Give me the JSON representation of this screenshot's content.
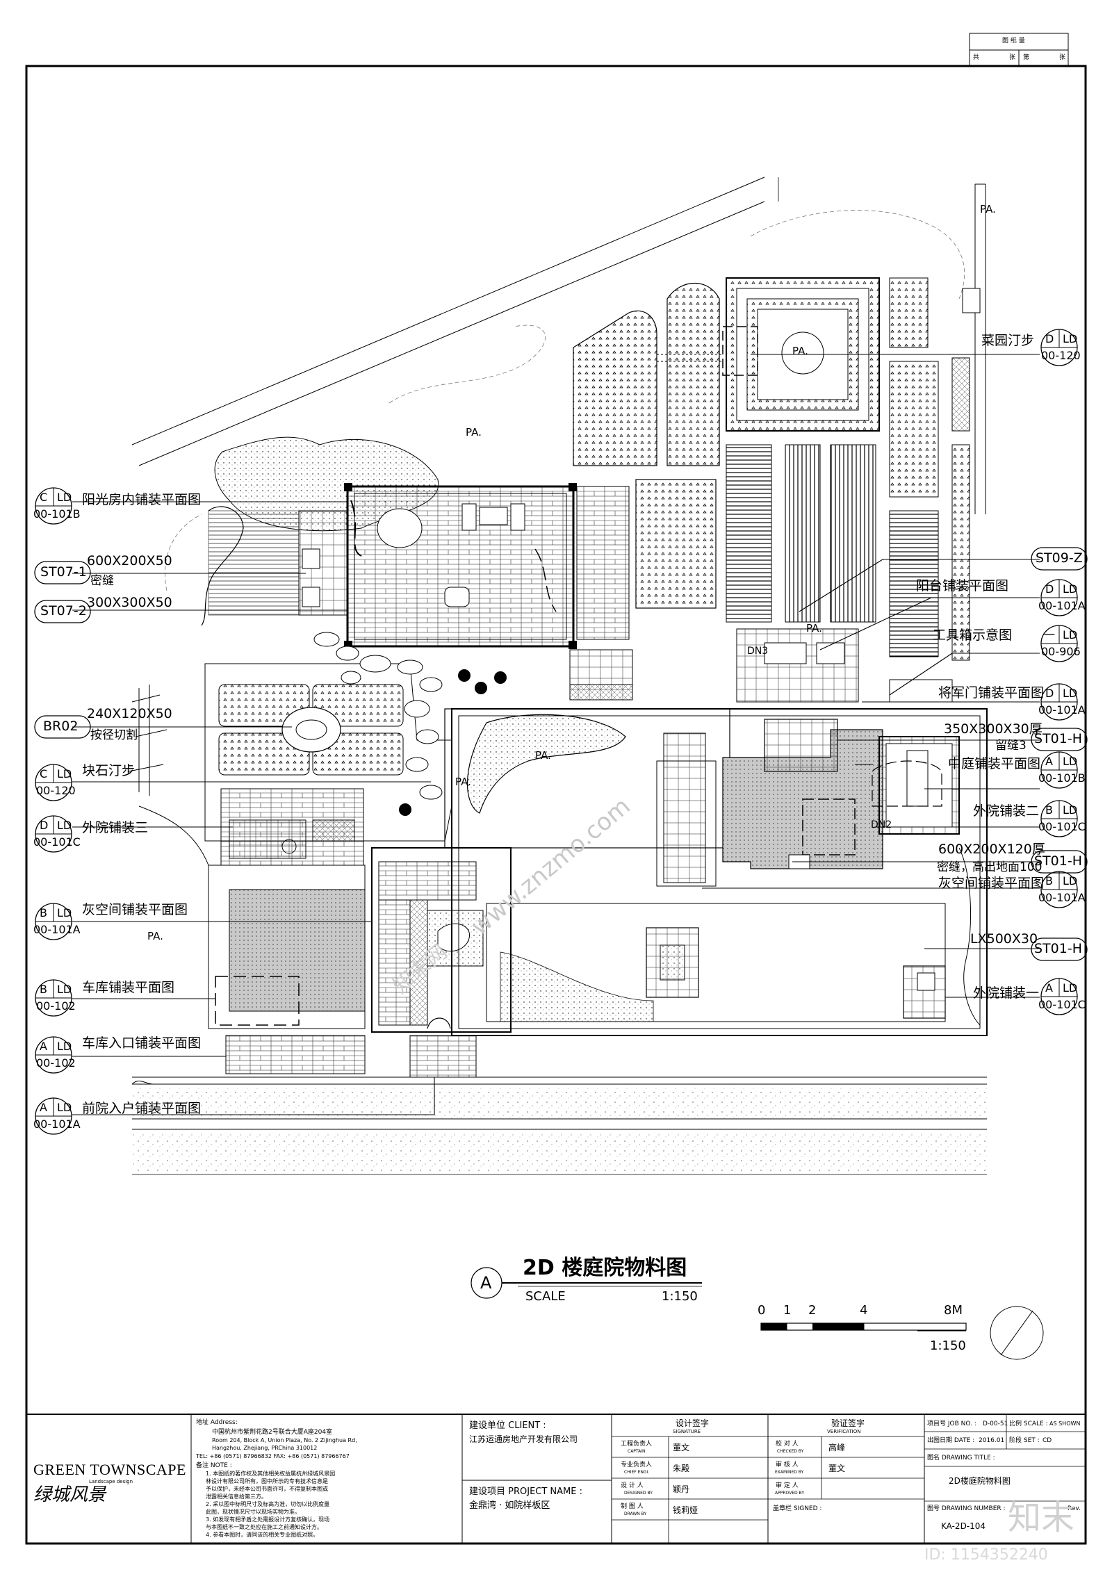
{
  "sheet_box": {
    "header": "图 纸 量",
    "total": "共",
    "sheets": "张",
    "no": "第",
    "sheet": "张"
  },
  "plan": {
    "title_letter": "A",
    "title": "2D 楼庭院物料图",
    "scale_label": "SCALE",
    "scale_value": "1:150",
    "scale_ticks": [
      "0",
      "1",
      "2",
      "4",
      "8M"
    ],
    "scale_bar_ratio": "1:150",
    "pa_labels": [
      "PA.",
      "PA.",
      "PA.",
      "PA.",
      "PA.",
      "PA.",
      "PA."
    ],
    "dn_labels": [
      "DN3",
      "DN2"
    ]
  },
  "callouts_left": [
    {
      "top": "C",
      "bottom": "LD",
      "code": "00-101B",
      "text": "阳光房内铺装平面图"
    },
    {
      "code": "ST07-1",
      "text": "600X200X50",
      "sub": "密缝"
    },
    {
      "code": "ST07-2",
      "text": "300X300X50"
    },
    {
      "code": "BR02",
      "text": "240X120X50",
      "sub": "按径切割"
    },
    {
      "top": "C",
      "bottom": "LD",
      "code": "00-120",
      "text": "块石汀步"
    },
    {
      "top": "D",
      "bottom": "LD",
      "code": "00-101C",
      "text": "外院铺装三"
    },
    {
      "top": "B",
      "bottom": "LD",
      "code": "00-101A",
      "text": "灰空间铺装平面图"
    },
    {
      "top": "B",
      "bottom": "LD",
      "code": "00-102",
      "text": "车库铺装平面图"
    },
    {
      "top": "A",
      "bottom": "LD",
      "code": "00-102",
      "text": "车库入口铺装平面图"
    },
    {
      "top": "A",
      "bottom": "LD",
      "code": "00-101A",
      "text": "前院入户铺装平面图"
    }
  ],
  "callouts_right": [
    {
      "top": "D",
      "bottom": "LD",
      "code": "00-120",
      "text": "菜园汀步"
    },
    {
      "code": "ST09-Z",
      "text": ""
    },
    {
      "top": "D",
      "bottom": "LD",
      "code": "00-101A",
      "text": "阳台铺装平面图"
    },
    {
      "top": "一",
      "bottom": "LD",
      "code": "00-906",
      "text": "工具箱示意图"
    },
    {
      "top": "D",
      "bottom": "LD",
      "code": "00-101A",
      "text": "将军门铺装平面图"
    },
    {
      "code": "ST01-H",
      "text": "350X300X30厚",
      "sub": "留缝3"
    },
    {
      "top": "A",
      "bottom": "LD",
      "code": "00-101B",
      "text": "中庭铺装平面图"
    },
    {
      "top": "B",
      "bottom": "LD",
      "code": "00-101C",
      "text": "外院铺装二"
    },
    {
      "code": "ST01-H",
      "text": "600X200X120厚",
      "sub": "密缝，高出地面100"
    },
    {
      "top": "B",
      "bottom": "LD",
      "code": "00-101A",
      "text": "灰空间铺装平面图"
    },
    {
      "code": "ST01-H",
      "text": "LX500X30"
    },
    {
      "top": "A",
      "bottom": "LD",
      "code": "00-101C",
      "text": "外院铺装一"
    }
  ],
  "title_block": {
    "brand_en": "GREEN TOWNSCAPE",
    "brand_en_sub": "Landscape design",
    "brand_cn": "绿城风景",
    "address_label": "地址 Address:",
    "address_lines": [
      "中国杭州市紫荆花路2号联合大厦A座204室",
      "Room 204, Block A, Union Plaza, No. 2 Zijinghua Rd,",
      "Hangzhou, Zhejiang, PRChina  310012",
      "TEL: +86 (0571) 87966832   FAX: +86 (0571) 87966767"
    ],
    "notes_label": "备注 NOTE :",
    "notes": [
      "1. 本图纸的著作权及其他相关权益属杭州绿城风景园",
      "   林设计有限公司所有，图中所示的专有技术信息是",
      "   予以保护，未经本公司书面许可，不得复制本图或",
      "   泄露相关信息给第三方。",
      "2. 采以图中标明尺寸及标高为准，切勿以比例度量",
      "   此图，现状情况尺寸以现场实物为准。",
      "3. 如发现有相矛盾之处需报设计方复核确认，现场",
      "   与本图纸不一致之处应在施工之前通知设计方。",
      "4. 参看本图时，请同该的相关专业图纸对照。"
    ],
    "client_label": "建设单位 CLIENT :",
    "client": "江苏运通房地产开发有限公司",
    "project_label": "建设项目 PROJECT NAME :",
    "project": "金鼎湾 · 如院样板区",
    "sig_header": "设计签字",
    "sig_header_en": "SIGNATURE",
    "sig_rows": [
      {
        "role": "工程负责人",
        "role_en": "CAPTAIN",
        "name": "董文"
      },
      {
        "role": "专业负责人",
        "role_en": "CHIEF ENGI.",
        "name": "朱殿"
      },
      {
        "role": "设  计  人",
        "role_en": "DESIGNED BY",
        "name": "颖丹"
      },
      {
        "role": "制  图  人",
        "role_en": "DRAWN BY",
        "name": "钱莉娅"
      }
    ],
    "ver_header": "验证签字",
    "ver_header_en": "VERIFICATION",
    "ver_rows": [
      {
        "role": "校  对  人",
        "role_en": "CHECKED BY",
        "name": "高峰"
      },
      {
        "role": "审  核  人",
        "role_en": "EXAMINED BY",
        "name": "董文"
      },
      {
        "role": "审  定  人",
        "role_en": "APPROVED BY",
        "name": ""
      }
    ],
    "stamp_label": "盖章栏 SIGNED :",
    "job_no_label": "项目号 JOB NO. :",
    "job_no": "D-00-51",
    "scale_label": "比例 SCALE :",
    "scale": "AS SHOWN",
    "date_label": "出图日期 DATE :",
    "date": "2016.01",
    "set_label": "阶段 SET :",
    "set": "CD",
    "drawing_title_label": "图名 DRAWING TITLE :",
    "drawing_title": "2D楼庭院物料图",
    "drawing_no_label": "图号 DRAWING NUMBER :",
    "drawing_no": "KA-2D-104",
    "rev_label": "Rev."
  },
  "watermark": {
    "text": "www.znzmo.com",
    "brand": "知末网",
    "logo": "知末",
    "id": "ID: 1154352240"
  }
}
